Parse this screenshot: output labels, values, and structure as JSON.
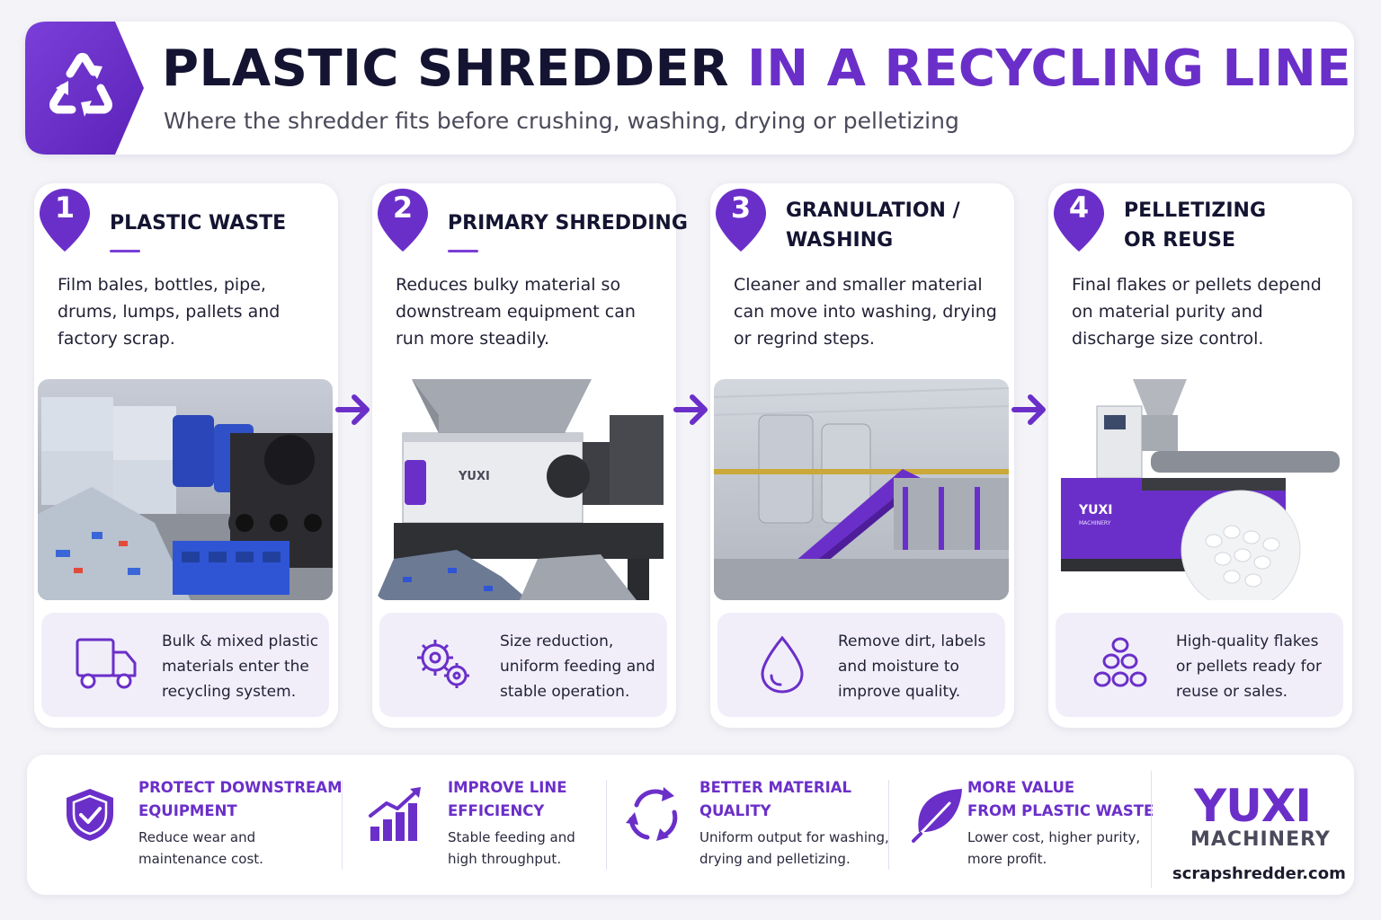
{
  "colors": {
    "accent": "#6b2fc9",
    "dark": "#141432",
    "card_tint": "#f1eefa"
  },
  "header": {
    "icon": "recycle-icon",
    "title_part1": "PLASTIC SHREDDER",
    "title_part2": "IN A RECYCLING LINE",
    "subtitle": "Where the shredder fits before crushing, washing, drying or pelletizing"
  },
  "steps": [
    {
      "number": "1",
      "title_line1": "PLASTIC WASTE",
      "title_line2": "",
      "description": "Film bales, bottles, pipe, drums, lumps, pallets and factory scrap.",
      "image": "plastic-waste-pile-photo",
      "footer_icon": "truck-icon",
      "footer_text": "Bulk & mixed plastic materials enter the recycling system."
    },
    {
      "number": "2",
      "title_line1": "PRIMARY SHREDDING",
      "title_line2": "",
      "description": "Reduces bulky material so downstream equipment can run more steadily.",
      "image": "shredder-machine-photo",
      "machine_brand": "YUXI",
      "footer_icon": "gears-icon",
      "footer_text": "Size reduction, uniform feeding and stable operation."
    },
    {
      "number": "3",
      "title_line1": "GRANULATION /",
      "title_line2": "WASHING",
      "description": "Cleaner and smaller material can move into washing, drying or regrind steps.",
      "image": "washing-line-photo",
      "footer_icon": "water-drop-icon",
      "footer_text": "Remove dirt, labels and moisture to improve quality."
    },
    {
      "number": "4",
      "title_line1": "PELLETIZING",
      "title_line2": "OR REUSE",
      "description": "Final flakes or pellets depend on material purity and discharge size control.",
      "image": "pelletizer-machine-photo",
      "machine_brand": "YUXI",
      "machine_brand_sub": "MACHINERY",
      "footer_icon": "pellets-icon",
      "footer_text": "High-quality flakes or pellets ready for reuse or sales."
    }
  ],
  "benefits": [
    {
      "icon": "shield-check-icon",
      "title_line1": "PROTECT DOWNSTREAM",
      "title_line2": "EQUIPMENT",
      "desc_line1": "Reduce wear and",
      "desc_line2": "maintenance cost."
    },
    {
      "icon": "growth-chart-icon",
      "title_line1": "IMPROVE LINE",
      "title_line2": "EFFICIENCY",
      "desc_line1": "Stable feeding and",
      "desc_line2": "high throughput."
    },
    {
      "icon": "cycle-arrows-icon",
      "title_line1": "BETTER MATERIAL",
      "title_line2": "QUALITY",
      "desc_line1": "Uniform output for washing,",
      "desc_line2": "drying and pelletizing."
    },
    {
      "icon": "leaf-icon",
      "title_line1": "MORE VALUE",
      "title_line2": "FROM PLASTIC WASTE",
      "desc_line1": "Lower cost, higher purity,",
      "desc_line2": "more profit."
    }
  ],
  "brand": {
    "name": "YUXI",
    "sub": "MACHINERY",
    "url": "scrapshredder.com"
  }
}
